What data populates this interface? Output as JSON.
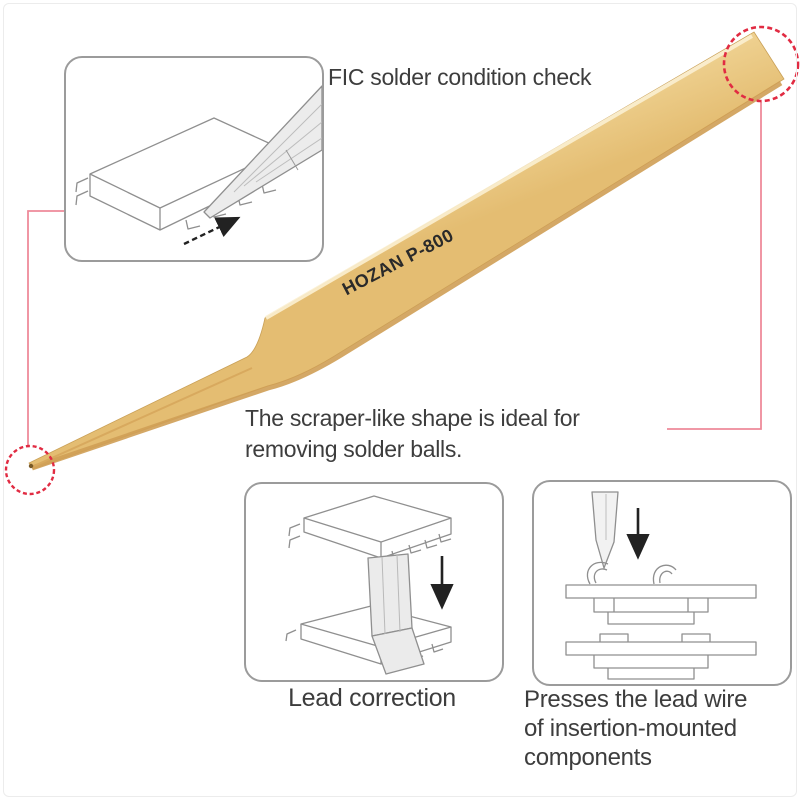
{
  "product": {
    "brand": "HOZAN",
    "model": "P-800",
    "label": "HOZAN P-800"
  },
  "captions": {
    "fic_check": "FIC solder condition check",
    "scraper_line1": "The scraper-like shape is ideal for",
    "scraper_line2": "removing solder balls.",
    "lead_correction": "Lead correction",
    "press_line1": "Presses the lead wire",
    "press_line2": "of insertion-mounted",
    "press_line3": "components"
  },
  "icons": {
    "scrape_direction_arrow": "dashed-arrow-up-right",
    "lead_correction_arrow": "solid-arrow-down",
    "press_arrow": "solid-arrow-down",
    "tip_highlights": [
      "red-dashed-circle-top-right",
      "red-dashed-circle-bottom-left"
    ]
  },
  "colors": {
    "tool_face": "#efd292",
    "tool_highlight": "#f9ecc8",
    "tool_shadow": "#cf9e55",
    "tool_tip_dark": "#7a5a28",
    "red_circle": "#e12b42",
    "pink_connector": "#ee8a9a",
    "box_border": "#9b9b9b",
    "line_art": "#8f8f8f",
    "text": "#3d3d3d",
    "label_text": "#2a2a2a",
    "background": "#ffffff"
  }
}
